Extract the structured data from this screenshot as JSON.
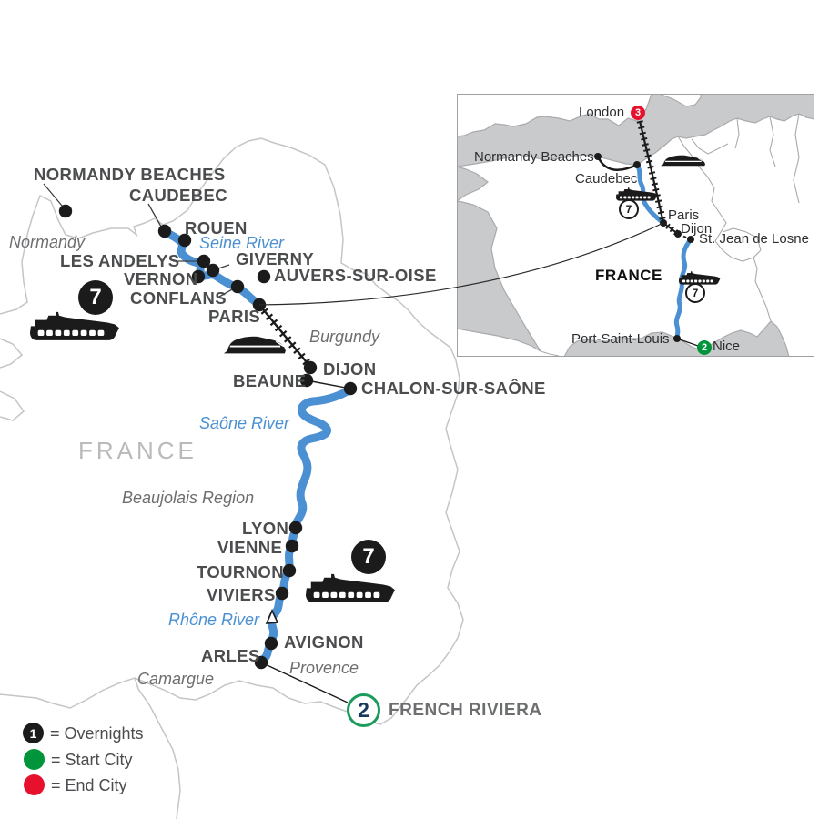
{
  "main_map": {
    "country_label": "FRANCE",
    "cities": [
      {
        "name": "NORMANDY BEACHES"
      },
      {
        "name": "CAUDEBEC"
      },
      {
        "name": "ROUEN"
      },
      {
        "name": "LES ANDELYS"
      },
      {
        "name": "GIVERNY"
      },
      {
        "name": "AUVERS-SUR-OISE"
      },
      {
        "name": "VERNON"
      },
      {
        "name": "CONFLANS"
      },
      {
        "name": "PARIS"
      },
      {
        "name": "DIJON"
      },
      {
        "name": "BEAUNE"
      },
      {
        "name": "CHALON-SUR-SAÔNE"
      },
      {
        "name": "LYON"
      },
      {
        "name": "VIENNE"
      },
      {
        "name": "TOURNON"
      },
      {
        "name": "VIVIERS"
      },
      {
        "name": "AVIGNON"
      },
      {
        "name": "ARLES"
      }
    ],
    "regions": [
      {
        "name": "Normandy"
      },
      {
        "name": "Burgundy"
      },
      {
        "name": "Beaujolais Region"
      },
      {
        "name": "Camargue"
      },
      {
        "name": "Provence"
      }
    ],
    "rivers": [
      {
        "name": "Seine River"
      },
      {
        "name": "Saône River"
      },
      {
        "name": "Rhône River"
      }
    ],
    "ship_badges": [
      {
        "value": "7"
      },
      {
        "value": "7"
      }
    ],
    "french_riviera": {
      "nights": "2",
      "label": "FRENCH RIVIERA"
    }
  },
  "inset_map": {
    "country_label": "FRANCE",
    "cities": [
      {
        "name": "London",
        "nights": "3"
      },
      {
        "name": "Normandy Beaches"
      },
      {
        "name": "Caudebec"
      },
      {
        "name": "Paris"
      },
      {
        "name": "Dijon"
      },
      {
        "name": "St. Jean de Losne"
      },
      {
        "name": "Port-Saint-Louis"
      },
      {
        "name": "Nice",
        "nights": "2"
      }
    ],
    "ship_badges": [
      {
        "value": "7"
      },
      {
        "value": "7"
      }
    ]
  },
  "legend": {
    "items": [
      {
        "badge": "1",
        "label": "= Overnights"
      },
      {
        "label": "= Start City"
      },
      {
        "label": "= End City"
      }
    ]
  },
  "colors": {
    "river_blue": "#4A90D2",
    "sea_gray": "#C9CACC",
    "coast_outline": "#C3C5C7",
    "city_label": "#4B4C4E",
    "region_label": "#6D6E70",
    "country_label": "#B9BABC",
    "start_green": "#00953B",
    "end_red": "#E8112D",
    "riviera_ring": "#1A9B5C",
    "riviera_number": "#17395C",
    "route_black": "#1B1B1B"
  }
}
